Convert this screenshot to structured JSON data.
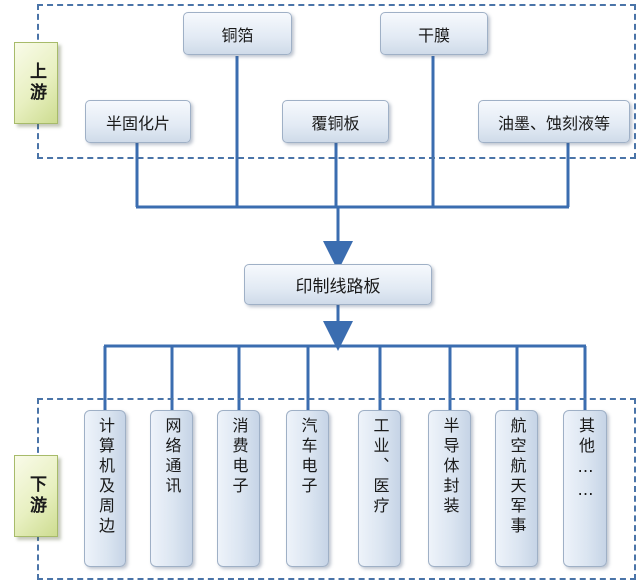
{
  "upstream": {
    "label": "上游",
    "materials": [
      "铜箔",
      "干膜",
      "半固化片",
      "覆铜板",
      "油墨、蚀刻液等"
    ]
  },
  "center": {
    "label": "印制线路板"
  },
  "downstream": {
    "label": "下游",
    "applications": [
      "计算机及周边",
      "网络通讯",
      "消费电子",
      "汽车电子",
      "工业、医疗",
      "半导体封装",
      "航空航天军事",
      "其他……"
    ]
  },
  "colors": {
    "line": "#3b6db0",
    "dash": "#4a74a8",
    "arrow": "#3b6db0"
  }
}
